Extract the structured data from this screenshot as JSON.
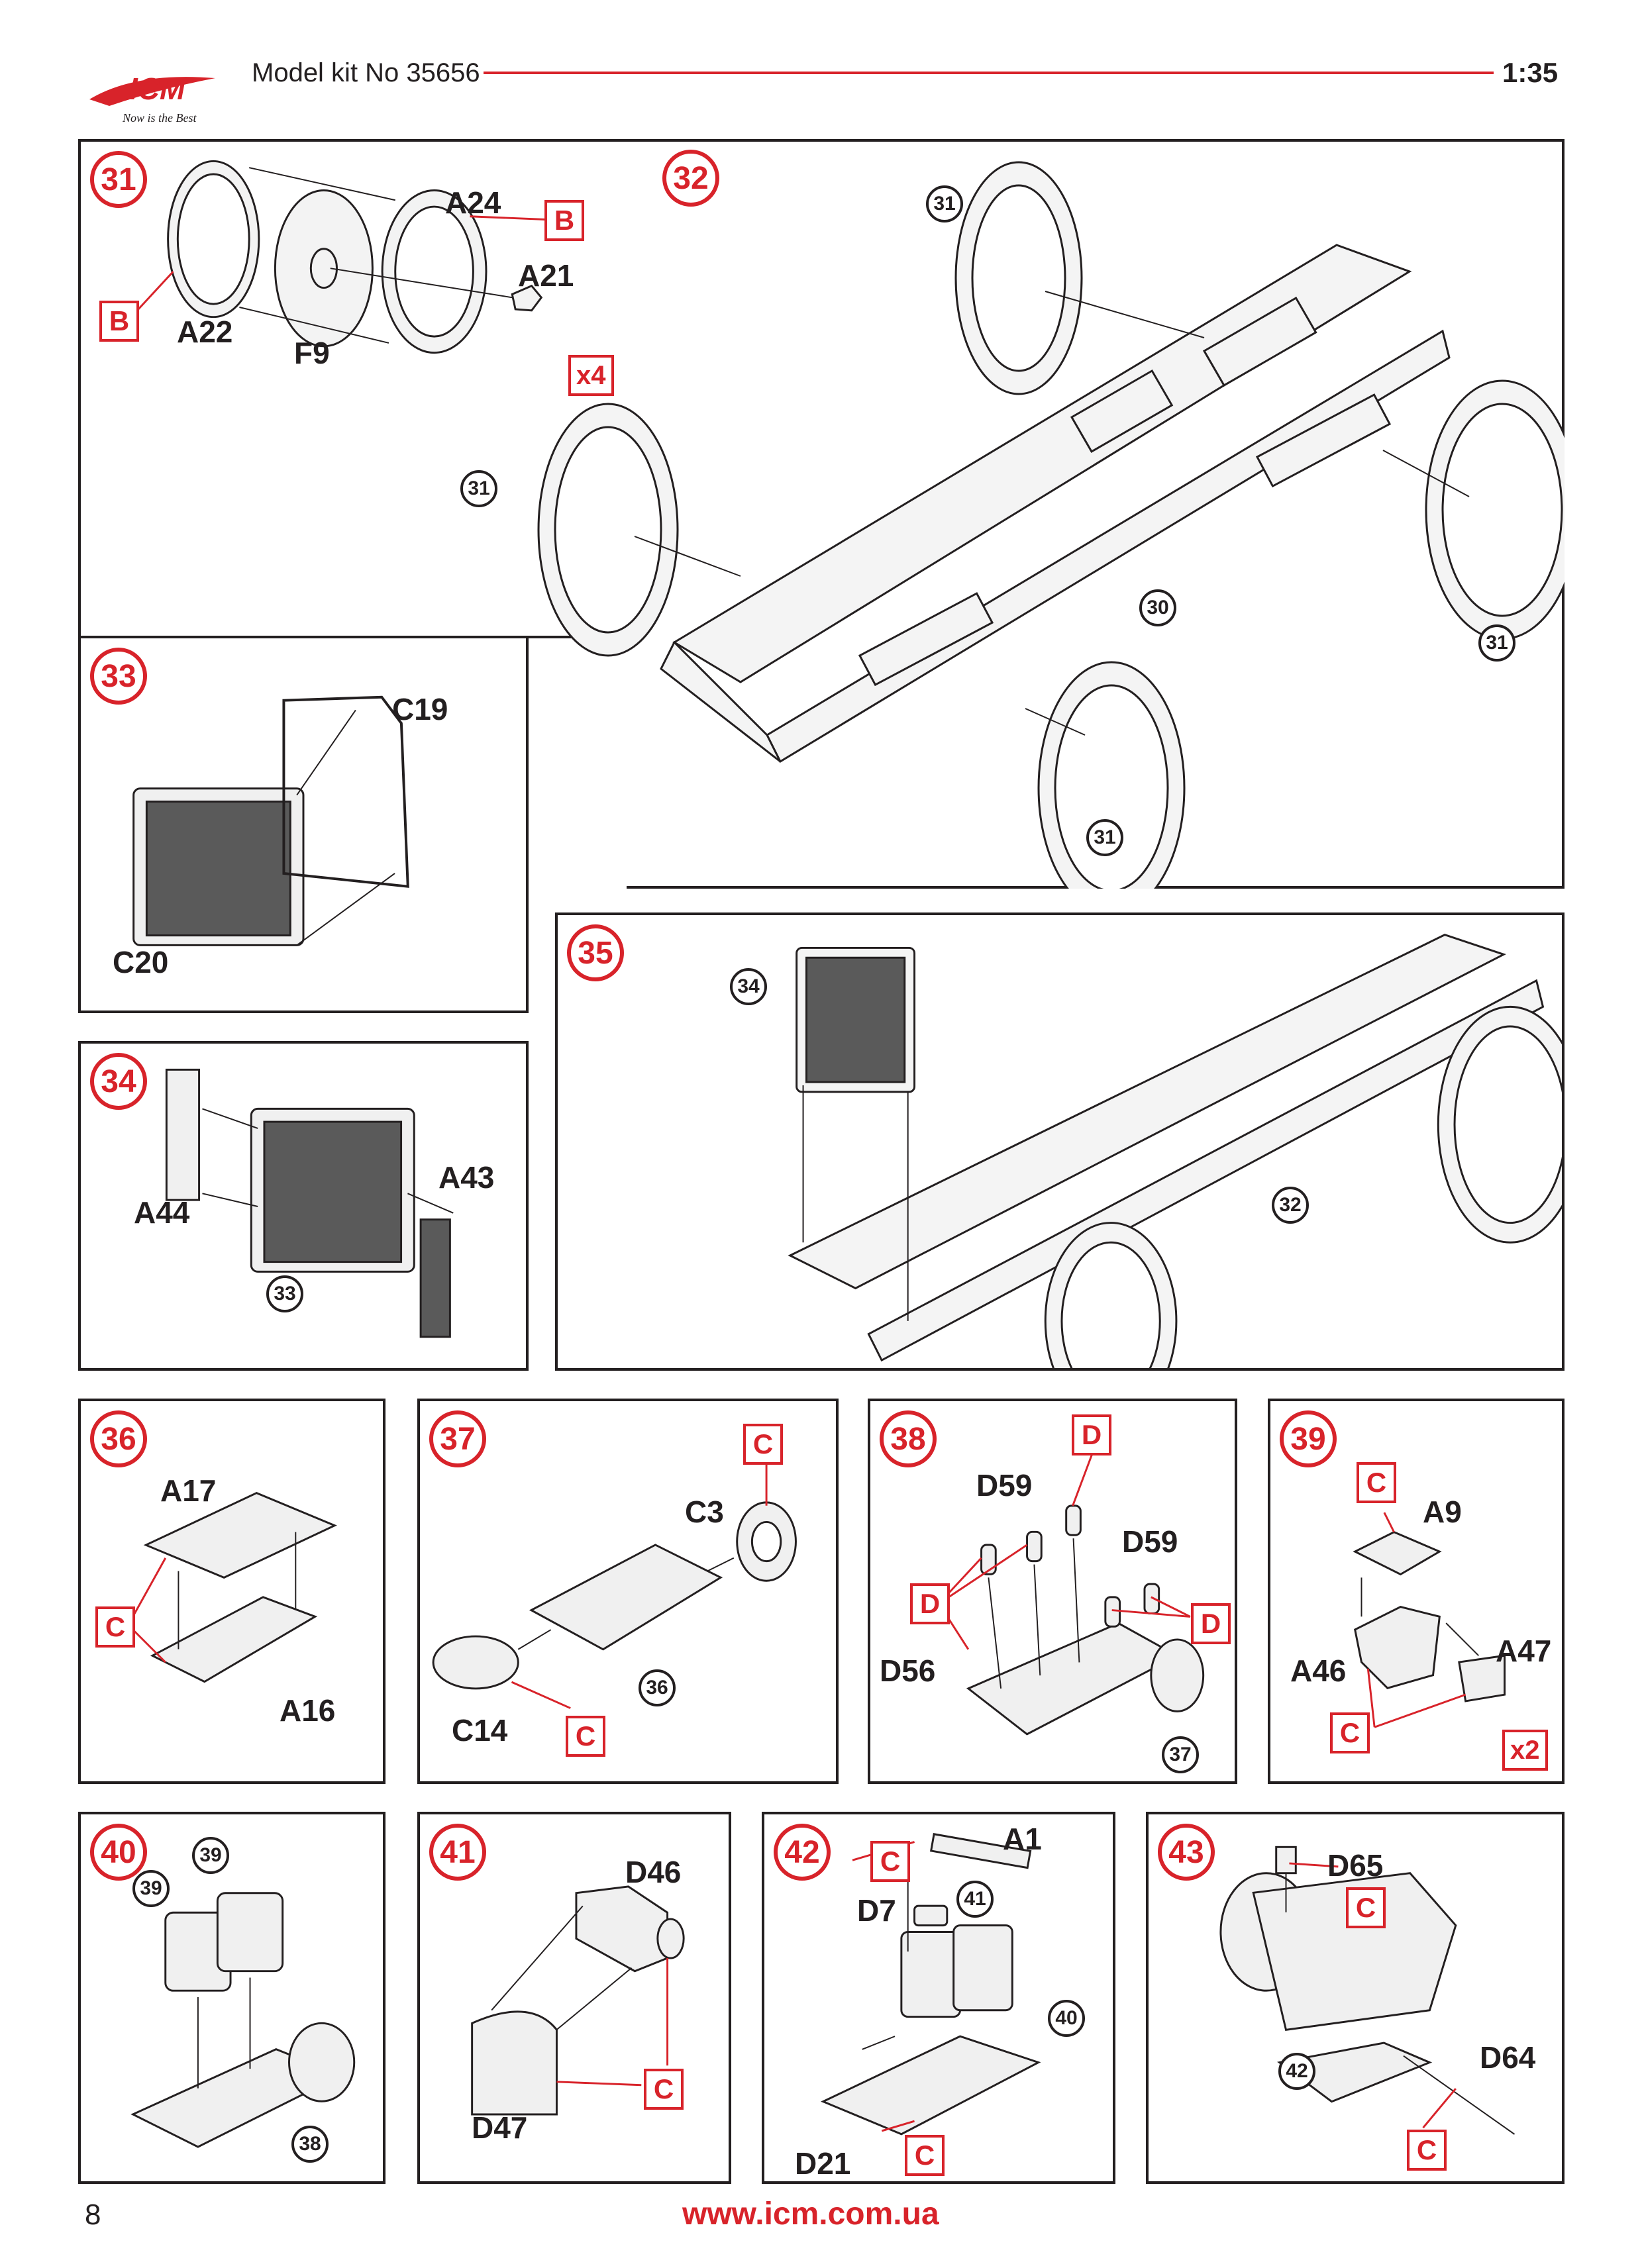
{
  "header": {
    "logo_text": "ICM",
    "logo_tagline": "Now is the Best",
    "kit_label": "Model kit No 35656",
    "scale": "1:35"
  },
  "footer": {
    "page_number": "8",
    "website": "www.icm.com.ua"
  },
  "colors": {
    "accent": "#d8232a",
    "ink": "#231f20"
  },
  "steps": {
    "s31": {
      "number": "31",
      "parts": [
        "A24",
        "A21",
        "A22",
        "F9"
      ],
      "tags": [
        "B",
        "B"
      ],
      "multiplier": "x4"
    },
    "s32": {
      "number": "32",
      "refs": [
        "31",
        "31",
        "31",
        "31",
        "30"
      ]
    },
    "s33": {
      "number": "33",
      "parts": [
        "C19",
        "C20"
      ]
    },
    "s34": {
      "number": "34",
      "parts": [
        "A43",
        "A44"
      ],
      "refs": [
        "33"
      ]
    },
    "s35": {
      "number": "35",
      "refs": [
        "34",
        "32"
      ]
    },
    "s36": {
      "number": "36",
      "parts": [
        "A17",
        "A16"
      ],
      "tags": [
        "C"
      ]
    },
    "s37": {
      "number": "37",
      "parts": [
        "C3",
        "C14"
      ],
      "tags": [
        "C",
        "C"
      ],
      "refs": [
        "36"
      ]
    },
    "s38": {
      "number": "38",
      "parts": [
        "D59",
        "D59",
        "D56"
      ],
      "tags": [
        "D",
        "D",
        "D"
      ],
      "refs": [
        "37"
      ]
    },
    "s39": {
      "number": "39",
      "parts": [
        "A9",
        "A46",
        "A47"
      ],
      "tags": [
        "C",
        "C"
      ],
      "multiplier": "x2"
    },
    "s40": {
      "number": "40",
      "refs": [
        "39",
        "39",
        "38"
      ]
    },
    "s41": {
      "number": "41",
      "parts": [
        "D46",
        "D47"
      ],
      "tags": [
        "C"
      ]
    },
    "s42": {
      "number": "42",
      "parts": [
        "A1",
        "D7",
        "D21"
      ],
      "tags": [
        "C",
        "C"
      ],
      "refs": [
        "41",
        "40"
      ]
    },
    "s43": {
      "number": "43",
      "parts": [
        "D65",
        "D64"
      ],
      "tags": [
        "C",
        "C"
      ],
      "refs": [
        "42"
      ]
    }
  }
}
